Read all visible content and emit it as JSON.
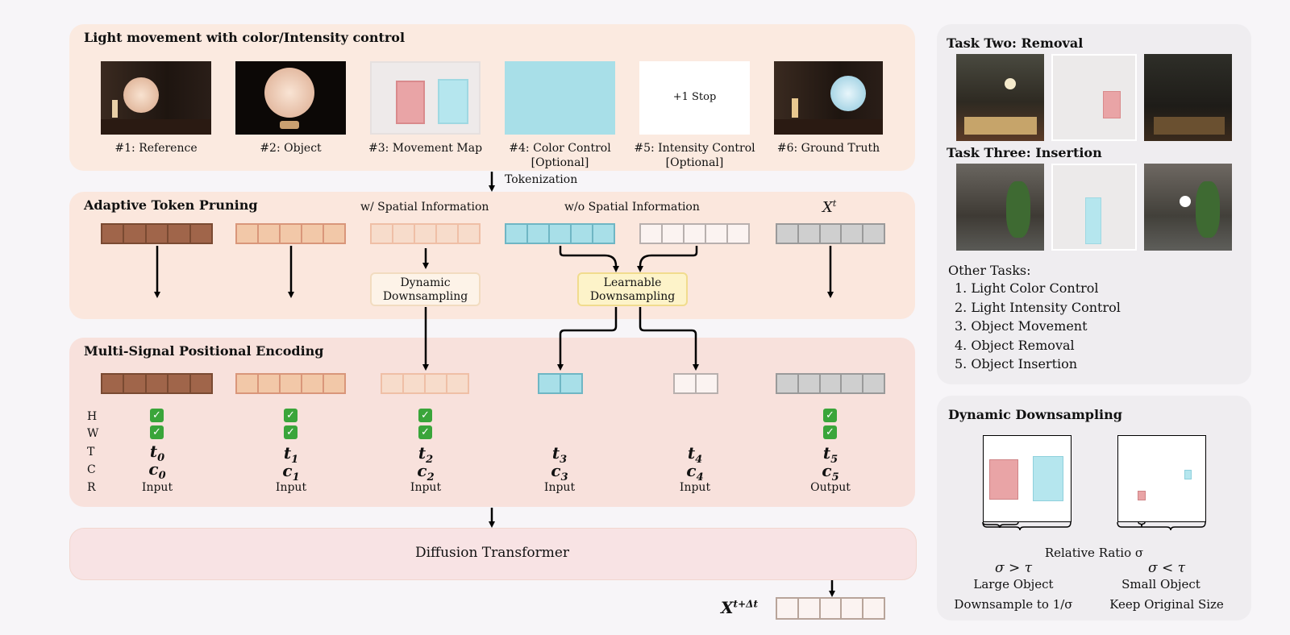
{
  "panel1": {
    "title": "Light movement with color/Intensity control",
    "items": [
      {
        "label": "#1: Reference"
      },
      {
        "label": "#2: Object"
      },
      {
        "label": "#3: Movement Map"
      },
      {
        "label": "#4: Color Control [Optional]"
      },
      {
        "label": "#5: Intensity Control [Optional]"
      },
      {
        "label": "#6: Ground Truth"
      }
    ],
    "stop_text": "+1 Stop"
  },
  "tokenization_label": "Tokenization",
  "panel2": {
    "title": "Adaptive Token Pruning",
    "with_spatial": "w/ Spatial Information",
    "without_spatial": "w/o Spatial Information",
    "xt_label": "X",
    "xt_sup": "t",
    "dynamic_box": "Dynamic Downsampling",
    "learnable_box": "Learnable Downsampling"
  },
  "panel3": {
    "title": "Multi-Signal Positional Encoding",
    "row_labels": [
      "H",
      "W",
      "T",
      "C",
      "R"
    ],
    "checkmark": "✓",
    "t_vars": [
      "0",
      "1",
      "2",
      "3",
      "4",
      "5"
    ],
    "c_vars": [
      "0",
      "1",
      "2",
      "3",
      "4",
      "5"
    ],
    "r_labels": [
      "Input",
      "Input",
      "Input",
      "Input",
      "Input",
      "Output"
    ]
  },
  "diffusion_label": "Diffusion Transformer",
  "output_label": {
    "base": "X",
    "sup": "t+Δt"
  },
  "right_top": {
    "task_two": "Task Two:  Removal",
    "task_three": "Task Three:  Insertion",
    "other_tasks_title": "Other Tasks:",
    "other_tasks": [
      "1. Light Color Control",
      "2. Light Intensity Control",
      "3. Object Movement",
      "4. Object Removal",
      "5. Object Insertion"
    ]
  },
  "right_bottom": {
    "title": "Dynamic Downsampling",
    "relative_ratio": "Relative Ratio σ",
    "left_cond": "σ > τ",
    "right_cond": "σ < τ",
    "left_obj": "Large Object",
    "right_obj": "Small Object",
    "left_action": "Downsample to 1/σ",
    "right_action": "Keep Original Size"
  },
  "colors": {
    "brown": "#a0654a",
    "tan": "#f2c8a8",
    "light_peach": "#f7dccb",
    "cyan": "#a8dfe8",
    "pale": "#fbf3f1",
    "gray": "#c8c8c8",
    "red_region": "#e9a4a6",
    "cyan_region": "#b5e6ee"
  }
}
